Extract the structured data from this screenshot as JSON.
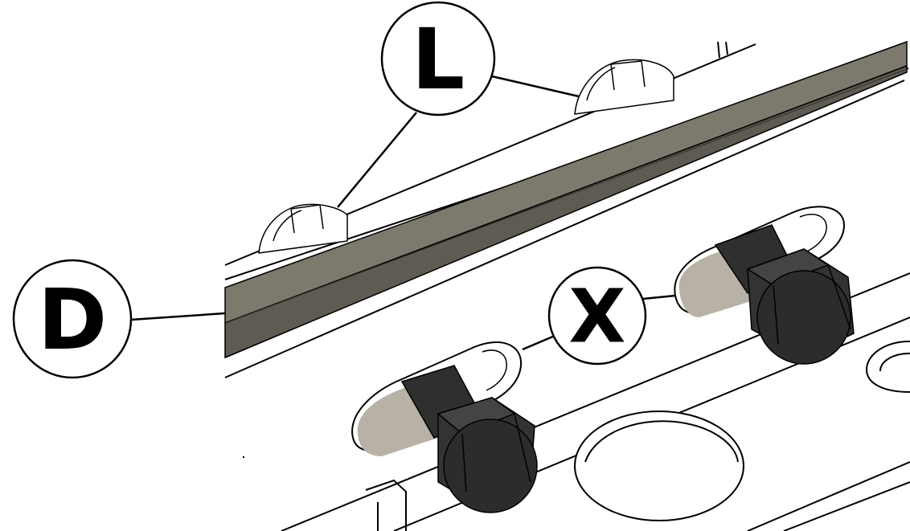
{
  "callouts": {
    "L": "L",
    "D": "D",
    "X": "X"
  },
  "colors": {
    "strip": "#7d796d",
    "strip_shadow": "#4a4740",
    "bolt": "#3a3a3a",
    "bolt_dark": "#2a2a2a",
    "slot_shadow": "#b8b2a6",
    "line": "#000000"
  }
}
